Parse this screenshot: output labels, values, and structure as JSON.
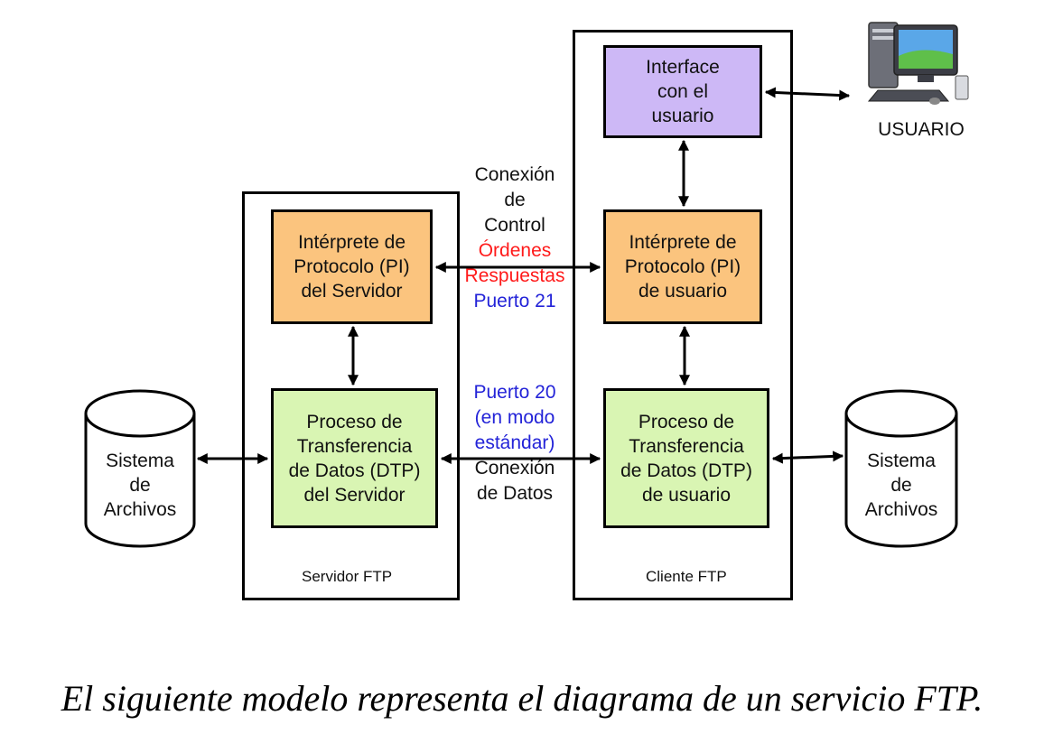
{
  "client_ui": {
    "lines": [
      "Interface",
      "con el",
      "usuario"
    ]
  },
  "user": {
    "label": "USUARIO",
    "icon": "desktop-computer-icon"
  },
  "control_connection": {
    "lines": [
      "Conexión",
      "de",
      "Control"
    ],
    "orders": "Órdenes",
    "responses": "Respuestas",
    "port": "Puerto 21"
  },
  "server_pi": {
    "lines": [
      "Intérprete de",
      "Protocolo (PI)",
      "del Servidor"
    ]
  },
  "client_pi": {
    "lines": [
      "Intérprete de",
      "Protocolo (PI)",
      "de usuario"
    ]
  },
  "server_dtp": {
    "lines": [
      "Proceso de",
      "Transferencia",
      "de Datos (DTP)",
      "del Servidor"
    ]
  },
  "client_dtp": {
    "lines": [
      "Proceso de",
      "Transferencia",
      "de Datos (DTP)",
      "de usuario"
    ]
  },
  "data_connection": {
    "port_lines": [
      "Puerto 20",
      "(en modo",
      "estándar)"
    ],
    "lines": [
      "Conexión",
      "de Datos"
    ]
  },
  "server_fs": {
    "lines": [
      "Sistema",
      "de",
      "Archivos"
    ]
  },
  "client_fs": {
    "lines": [
      "Sistema",
      "de",
      "Archivos"
    ]
  },
  "server_frame": {
    "label": "Servidor FTP"
  },
  "client_frame": {
    "label": "Cliente FTP"
  },
  "caption": "El siguiente modelo representa el diagrama de un servicio FTP.",
  "colors": {
    "pi": "#fbc47e",
    "dtp": "#d9f5b3",
    "ui": "#cdb8f6",
    "orders": "#ff1a1a",
    "port": "#2323d8"
  }
}
